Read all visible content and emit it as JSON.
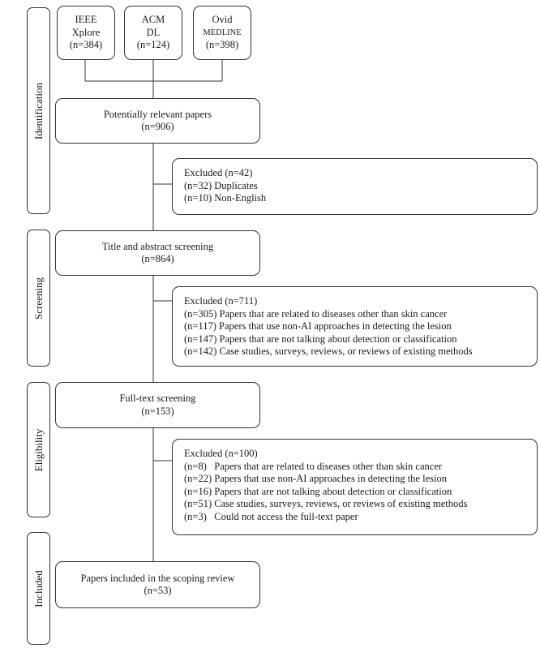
{
  "stages": [
    {
      "label": "Identification"
    },
    {
      "label": "Screening"
    },
    {
      "label": "Eligibility"
    },
    {
      "label": "Included"
    }
  ],
  "sources": [
    {
      "line1": "IEEE",
      "line2": "Xplore",
      "count": "(n=384)"
    },
    {
      "line1": "ACM",
      "line2": "DL",
      "count": "(n=124)"
    },
    {
      "line1": "Ovid",
      "line2": "MEDLINE",
      "count": "(n=398)"
    }
  ],
  "steps": [
    {
      "label": "Potentially relevant papers",
      "count": "(n=906)"
    },
    {
      "label": "Title and abstract screening",
      "count": "(n=864)"
    },
    {
      "label": "Full-text screening",
      "count": "(n=153)"
    },
    {
      "label": "Papers included in the scoping review",
      "count": "(n=53)"
    }
  ],
  "exclusions": [
    {
      "title": "Excluded (n=42)",
      "items": [
        "(n=32) Duplicates",
        "(n=10) Non-English"
      ]
    },
    {
      "title": "Excluded (n=711)",
      "items": [
        "(n=305) Papers that are related to diseases other than skin cancer",
        "(n=117) Papers that use non-AI approaches in detecting the lesion",
        "(n=147) Papers that are not talking about detection or classification",
        "(n=142) Case studies, surveys, reviews, or reviews of existing methods"
      ]
    },
    {
      "title": "Excluded (n=100)",
      "items": [
        "(n=8)   Papers that are related to diseases other than skin cancer",
        "(n=22) Papers that use non-AI approaches in detecting the lesion",
        "(n=16) Papers that are not talking about detection or classification",
        "(n=51) Case studies, surveys, reviews, or reviews of existing methods",
        "(n=3)   Could not access the full-text paper"
      ]
    }
  ]
}
